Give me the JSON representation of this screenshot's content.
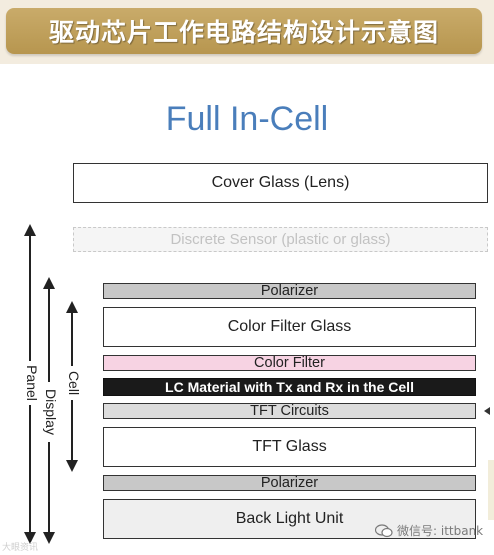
{
  "banner": {
    "title": "驱动芯片工作电路结构设计示意图"
  },
  "diagram": {
    "title": "Full In-Cell",
    "layers": {
      "cover_glass": "Cover Glass (Lens)",
      "discrete_sensor": "Discrete Sensor (plastic or glass)",
      "polarizer_top": "Polarizer",
      "color_filter_glass": "Color Filter Glass",
      "color_filter": "Color Filter",
      "lc_material": "LC Material with Tx and Rx in the Cell",
      "tft_circuits": "TFT Circuits",
      "tft_glass": "TFT Glass",
      "polarizer_bottom": "Polarizer",
      "back_light_unit": "Back Light Unit"
    },
    "brackets": {
      "panel": "Panel",
      "display": "Display",
      "cell": "Cell"
    },
    "colors": {
      "title": "#4a7ebb",
      "banner": "#c0a05d",
      "color_filter": "#f7d3e3",
      "lc_material": "#1a1a1a",
      "polarizer": "#c8c8c8"
    }
  },
  "watermarks": {
    "left": "大眼资讯",
    "right": "微信号: ittbank"
  }
}
